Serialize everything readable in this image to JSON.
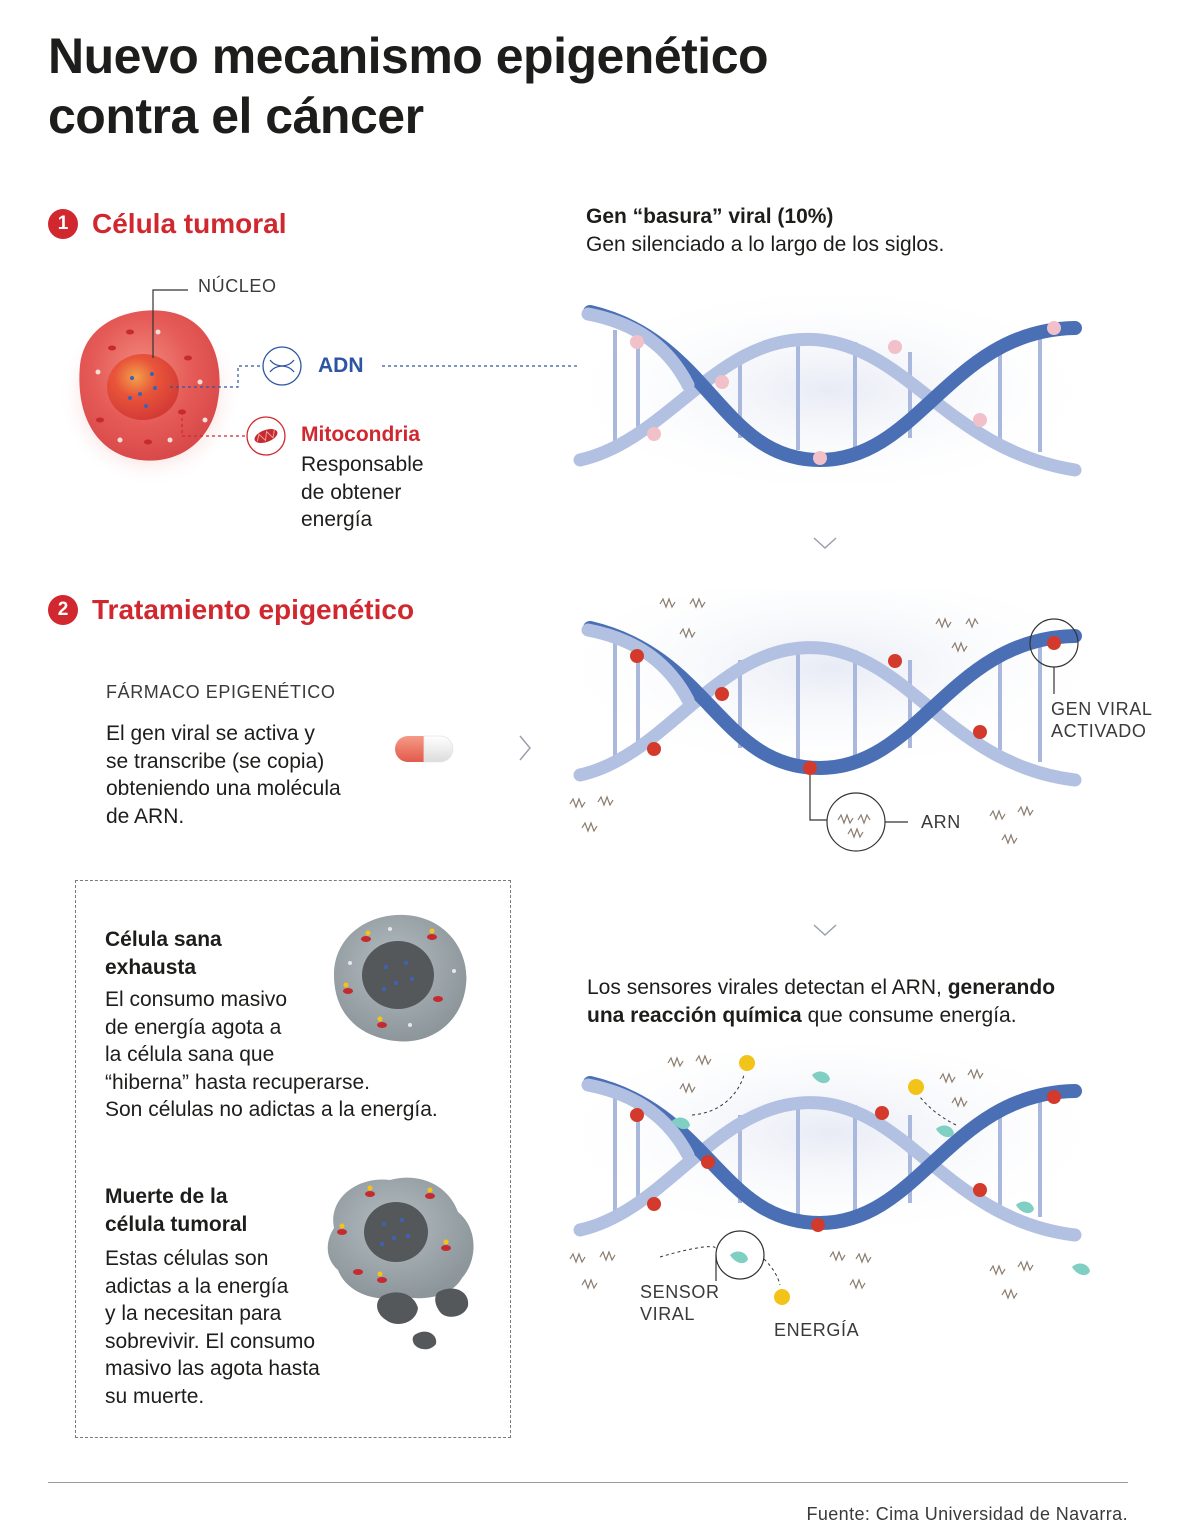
{
  "title": {
    "line1": "Nuevo mecanismo epigenético",
    "line2": "contra el cáncer"
  },
  "section1": {
    "number": "1",
    "heading": "Célula tumoral",
    "nucleus_label": "NÚCLEO",
    "dna_label": "ADN",
    "mitochondria_title": "Mitocondria",
    "mitochondria_desc": [
      "Responsable",
      "de obtener",
      "energía"
    ],
    "gene_title": "Gen “basura” viral (10%)",
    "gene_desc": "Gen silenciado a lo largo de los siglos."
  },
  "section2": {
    "number": "2",
    "heading": "Tratamiento epigenético",
    "drug_label": "FÁRMACO EPIGENÉTICO",
    "drug_desc": [
      "El gen viral se activa y",
      "se transcribe (se copia)",
      "obteniendo una molécula",
      "de ARN."
    ],
    "viral_gene_label": [
      "GEN VIRAL",
      "ACTIVADO"
    ],
    "arn_label": "ARN",
    "sensors_text": {
      "part1": "Los sensores virales detectan el ARN, ",
      "part2_bold": "generando",
      "part3_bold": "una reacción química",
      "part4": " que consume energía."
    },
    "sensor_label": [
      "SENSOR",
      "VIRAL"
    ],
    "energy_label": "ENERGÍA"
  },
  "box": {
    "healthy_title": [
      "Célula sana",
      "exhausta"
    ],
    "healthy_desc": [
      "El consumo masivo",
      "de energía agota a",
      "la célula sana que",
      "“hiberna” hasta recuperarse.",
      "Son células no adictas a la energía."
    ],
    "death_title": [
      "Muerte de la",
      "célula tumoral"
    ],
    "death_desc": [
      "Estas células son",
      "adictas a la energía",
      "y la necesitan para",
      "sobrevivir. El consumo",
      "masivo las agota hasta",
      "su muerte."
    ]
  },
  "footer": {
    "source": "Fuente: Cima Universidad de Navarra."
  },
  "colors": {
    "accent_red": "#d0282e",
    "dna_blue": "#4a6fb5",
    "dna_light": "#a9b8dc",
    "text": "#1d1d1b"
  }
}
